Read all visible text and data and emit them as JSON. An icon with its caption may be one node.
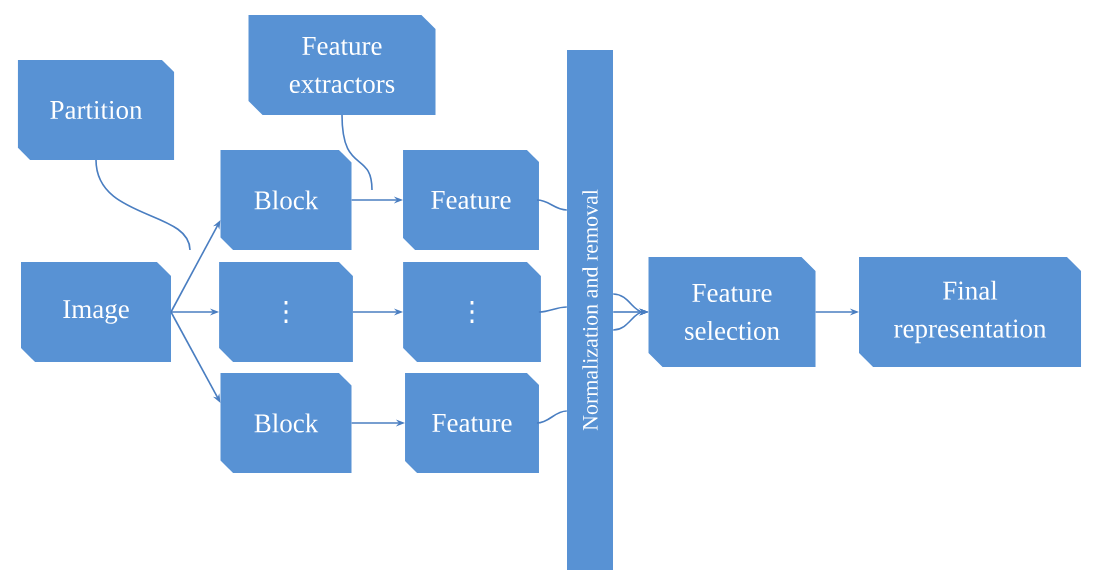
{
  "diagram": {
    "nodes": [
      {
        "text": [
          "Partition"
        ]
      },
      {
        "text": [
          "Feature extractors"
        ]
      },
      {
        "text": [
          "Block"
        ]
      },
      {
        "text": [
          "Feature"
        ]
      },
      {
        "text": [
          "Image"
        ]
      },
      {
        "text": [
          "⋮"
        ]
      },
      {
        "text": [
          "⋮"
        ]
      },
      {
        "text": [
          "Block"
        ]
      },
      {
        "text": [
          "Feature"
        ]
      },
      {
        "text": [
          "Normalization and removal"
        ]
      },
      {
        "text": [
          "Feature selection"
        ]
      },
      {
        "text": [
          "Final representation"
        ]
      }
    ],
    "edges": [
      {
        "from": 4,
        "to": 2,
        "arrow": "to"
      },
      {
        "from": 4,
        "to": 5,
        "arrow": "to"
      },
      {
        "from": 4,
        "to": 7,
        "arrow": "to"
      },
      {
        "from": 0,
        "to": null,
        "arrow": "none"
      },
      {
        "from": 1,
        "to": null,
        "arrow": "none"
      },
      {
        "from": 2,
        "to": 3,
        "arrow": "to"
      },
      {
        "from": 5,
        "to": 6,
        "arrow": "to"
      },
      {
        "from": 7,
        "to": 8,
        "arrow": "to"
      },
      {
        "from": 3,
        "to": 9,
        "arrow": "none"
      },
      {
        "from": 6,
        "to": 9,
        "arrow": "none"
      },
      {
        "from": 8,
        "to": 9,
        "arrow": "none"
      },
      {
        "from": 9,
        "to": 10,
        "arrow": "to"
      },
      {
        "from": 9,
        "to": 10,
        "arrow": "to"
      },
      {
        "from": 9,
        "to": 10,
        "arrow": "to"
      },
      {
        "from": 10,
        "to": 11,
        "arrow": "to"
      }
    ]
  }
}
